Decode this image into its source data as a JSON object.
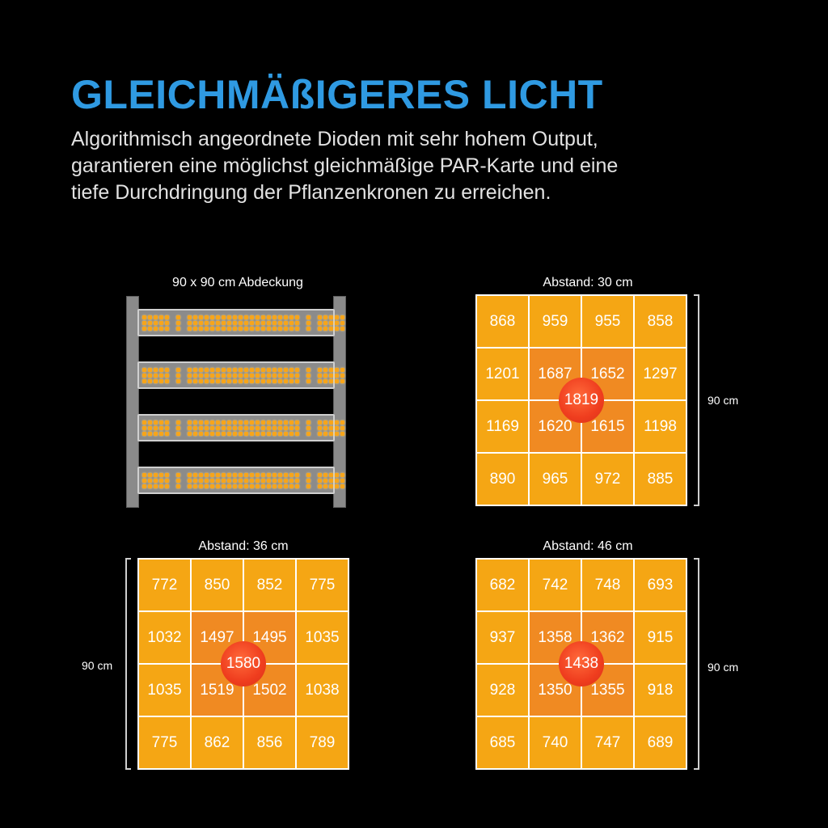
{
  "title": "GLEICHMÄßIGERES LICHT",
  "subtitle_lines": [
    "Algorithmisch angeordnete Dioden mit sehr hohem Output,",
    "garantieren eine möglichst gleichmäßige PAR-Karte und eine",
    "tiefe Durchdringung der Pflanzenkronen zu erreichen."
  ],
  "colors": {
    "title": "#2f9ae2",
    "outer_cell": "#f5a614",
    "inner_cell": "#f08a22",
    "center_dot": "#ef3d1e"
  },
  "fixture": {
    "label": "90 x 90 cm Abdeckung",
    "bar_count": 4
  },
  "maps": [
    {
      "label": "Abstand: 30 cm",
      "dimension": "90 cm",
      "center_value": "1819",
      "rows": [
        [
          "868",
          "959",
          "955",
          "858"
        ],
        [
          "1201",
          "1687",
          "1652",
          "1297"
        ],
        [
          "1169",
          "1620",
          "1615",
          "1198"
        ],
        [
          "890",
          "965",
          "972",
          "885"
        ]
      ]
    },
    {
      "label": "Abstand: 36 cm",
      "dimension": "90 cm",
      "center_value": "1580",
      "rows": [
        [
          "772",
          "850",
          "852",
          "775"
        ],
        [
          "1032",
          "1497",
          "1495",
          "1035"
        ],
        [
          "1035",
          "1519",
          "1502",
          "1038"
        ],
        [
          "775",
          "862",
          "856",
          "789"
        ]
      ]
    },
    {
      "label": "Abstand: 46 cm",
      "dimension": "90 cm",
      "center_value": "1438",
      "rows": [
        [
          "682",
          "742",
          "748",
          "693"
        ],
        [
          "937",
          "1358",
          "1362",
          "915"
        ],
        [
          "928",
          "1350",
          "1355",
          "918"
        ],
        [
          "685",
          "740",
          "747",
          "689"
        ]
      ]
    }
  ]
}
